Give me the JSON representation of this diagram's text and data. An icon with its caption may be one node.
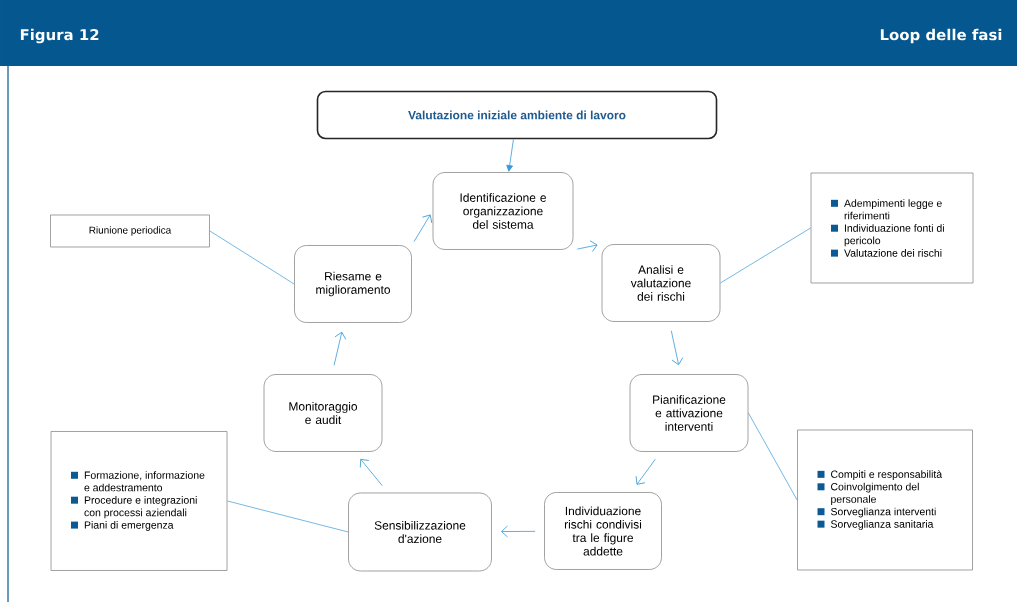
{
  "diagram": {
    "title": "Loop delle fasi",
    "nodes": [
      {
        "text": [
          "Valutazione iniziale ambiente di lavoro"
        ]
      },
      {
        "text": [
          "Identificazione e organizzazione del sistema"
        ]
      },
      {
        "text": [
          "Analisi e valutazione dei rischi"
        ]
      },
      {
        "text": [
          "Pianificazione e attivazione interventi"
        ]
      },
      {
        "text": [
          "Individuazione rischi condivisi tra le figure addette"
        ]
      },
      {
        "text": [
          "Sensibilizzazione d'azione"
        ]
      },
      {
        "text": [
          "Monitoraggio e audit"
        ]
      },
      {
        "text": [
          "Riesame e miglioramento"
        ]
      },
      {
        "text": [
          "Riunione periodica"
        ]
      },
      {
        "text": [
          "Adempimenti legge e riferimenti",
          "Individuazione fonti di pericolo",
          "Valutazione dei rischi"
        ]
      },
      {
        "text": [
          "Compiti e responsabilità",
          "Coinvolgimento del personale",
          "Sorveglianza interventi",
          "Sorveglianza sanitaria"
        ]
      },
      {
        "text": [
          "Formazione, informazione e addestramento",
          "Procedure e integrazioni con processi aziendali",
          "Piani di emergenza"
        ]
      }
    ],
    "edges": [
      {
        "from": 0,
        "to": 1,
        "arrow": "to"
      },
      {
        "from": 1,
        "to": 2,
        "arrow": "to"
      },
      {
        "from": 2,
        "to": 3,
        "arrow": "to"
      },
      {
        "from": 3,
        "to": 4,
        "arrow": "to"
      },
      {
        "from": 4,
        "to": 5,
        "arrow": "to"
      },
      {
        "from": 5,
        "to": 6,
        "arrow": "to"
      },
      {
        "from": 6,
        "to": 7,
        "arrow": "to"
      },
      {
        "from": 7,
        "to": 1,
        "arrow": "to"
      },
      {
        "from": 8,
        "to": 7,
        "arrow": "none"
      },
      {
        "from": 9,
        "to": 2,
        "arrow": "none"
      },
      {
        "from": 10,
        "to": 3,
        "arrow": "none"
      },
      {
        "from": 11,
        "to": 5,
        "arrow": "none"
      }
    ],
    "labels": [
      "Figura 12"
    ]
  }
}
